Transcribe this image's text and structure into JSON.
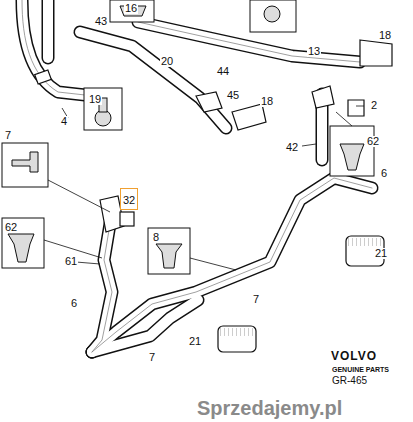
{
  "diagram": {
    "nodes": [
      {
        "text": [
          "32"
        ]
      }
    ],
    "labels": [
      "16",
      "43",
      "18",
      "4",
      "20",
      "44",
      "13",
      "19",
      "45",
      "18",
      "2",
      "7",
      "42",
      "62",
      "6",
      "8",
      "62",
      "21",
      "61",
      "7",
      "6",
      "21",
      "7",
      "VOLVO",
      "GENUINE PARTS",
      "GR-465",
      "Sprzedajemy.pl"
    ]
  }
}
